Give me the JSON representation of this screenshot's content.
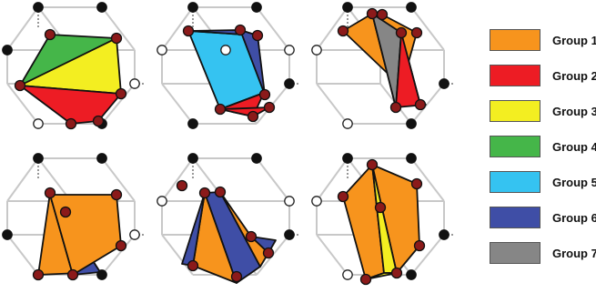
{
  "colors": {
    "frame": "#c8c8c8",
    "outline": "#111111",
    "node_red": "#8b1a1a",
    "node_black": "#111111",
    "node_white": "#ffffff"
  },
  "legend": [
    {
      "label": "Group 1",
      "color": "#f7941d"
    },
    {
      "label": "Group 2",
      "color": "#ed1c24"
    },
    {
      "label": "Group 3",
      "color": "#f3ee21"
    },
    {
      "label": "Group 4",
      "color": "#45b649"
    },
    {
      "label": "Group 5",
      "color": "#35c3f1"
    },
    {
      "label": "Group 6",
      "color": "#3f4ea6"
    },
    {
      "label": "Group 7",
      "color": "#868686"
    }
  ],
  "panels": [
    {
      "name": "panel-top-left",
      "polygons": [
        {
          "group": 4,
          "pts": [
            "A",
            "B",
            "C"
          ]
        },
        {
          "group": 3,
          "pts": [
            "A",
            "C",
            "D"
          ]
        },
        {
          "group": 2,
          "pts": [
            "A",
            "D",
            "E",
            "F"
          ]
        }
      ]
    },
    {
      "name": "panel-top-middle",
      "polygons": [
        {
          "group": 5,
          "pts": [
            "A",
            "B",
            "C",
            "D"
          ]
        },
        {
          "group": 6,
          "pts": [
            "A",
            "E",
            "B"
          ]
        },
        {
          "group": 6,
          "pts": [
            "E",
            "F",
            "B"
          ]
        },
        {
          "group": 2,
          "pts": [
            "C",
            "G",
            "D"
          ]
        },
        {
          "group": 2,
          "pts": [
            "D",
            "G",
            "H"
          ]
        }
      ]
    },
    {
      "name": "panel-top-right",
      "polygons": [
        {
          "group": 1,
          "pts": [
            "A",
            "B",
            "C",
            "D"
          ]
        },
        {
          "group": 1,
          "pts": [
            "B",
            "E",
            "F",
            "G"
          ]
        },
        {
          "group": 7,
          "pts": [
            "B",
            "C",
            "G"
          ]
        },
        {
          "group": 2,
          "pts": [
            "C",
            "D",
            "H",
            "G"
          ]
        }
      ]
    },
    {
      "name": "panel-bottom-left",
      "polygons": [
        {
          "group": 1,
          "pts": [
            "A",
            "B",
            "C",
            "D"
          ]
        },
        {
          "group": 6,
          "pts": [
            "B",
            "E",
            "C"
          ]
        },
        {
          "group": 1,
          "pts": [
            "B",
            "F",
            "G",
            "E"
          ]
        }
      ]
    },
    {
      "name": "panel-bottom-middle",
      "polygons": [
        {
          "group": 6,
          "pts": [
            "A",
            "B",
            "C",
            "D"
          ]
        },
        {
          "group": 1,
          "pts": [
            "A",
            "D",
            "E"
          ]
        },
        {
          "group": 6,
          "pts": [
            "A",
            "E",
            "F"
          ]
        },
        {
          "group": 1,
          "pts": [
            "B",
            "G",
            "H",
            "C"
          ]
        },
        {
          "group": 6,
          "pts": [
            "G",
            "H",
            "I"
          ]
        }
      ]
    },
    {
      "name": "panel-bottom-right",
      "polygons": [
        {
          "group": 1,
          "pts": [
            "A",
            "B",
            "C",
            "D"
          ]
        },
        {
          "group": 1,
          "pts": [
            "B",
            "E",
            "F",
            "G"
          ]
        },
        {
          "group": 3,
          "pts": [
            "B",
            "C",
            "G"
          ]
        },
        {
          "group": 3,
          "pts": [
            "C",
            "D",
            "G"
          ]
        }
      ]
    }
  ]
}
